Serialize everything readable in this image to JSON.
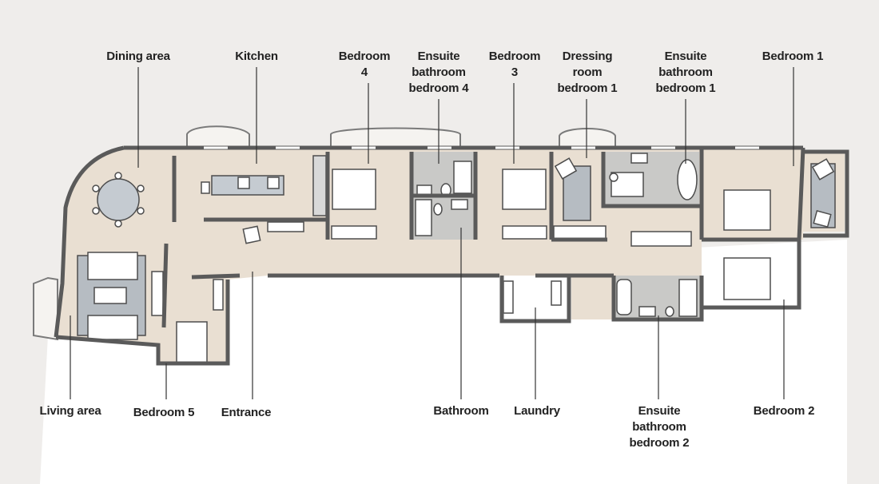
{
  "plan": {
    "labels": {
      "dining_area": "Dining area",
      "kitchen": "Kitchen",
      "bedroom_4": "Bedroom\n4",
      "ensuite_bedroom_4": "Ensuite\nbathroom\nbedroom 4",
      "bedroom_3": "Bedroom\n3",
      "dressing_room": "Dressing\nroom\nbedroom 1",
      "ensuite_bedroom_1": "Ensuite\nbathroom\nbedroom 1",
      "bedroom_1": "Bedroom 1",
      "living_area": "Living area",
      "bedroom_5": "Bedroom 5",
      "entrance": "Entrance",
      "bathroom": "Bathroom",
      "laundry": "Laundry",
      "ensuite_bedroom_2": "Ensuite\nbathroom\nbedroom 2",
      "bedroom_2": "Bedroom 2"
    },
    "colors": {
      "background": "#efedeb",
      "paper": "#ffffff",
      "floor": "#e9dfd2",
      "wet_area": "#c9c9c7",
      "wall": "#5a5a5a",
      "furniture": "#c5cbd1",
      "leader": "#333333"
    }
  }
}
